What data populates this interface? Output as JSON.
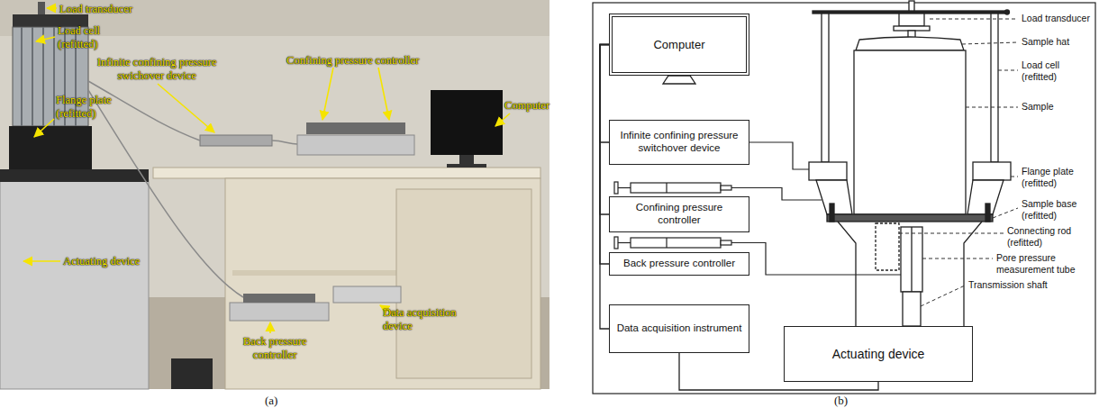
{
  "diagram": {
    "nodes": [
      {
        "text": [
          "Computer"
        ]
      },
      {
        "text": [
          "Infinite confining pressure switchover device"
        ]
      },
      {
        "text": [
          "Confining pressure controller"
        ]
      },
      {
        "text": [
          "Back pressure controller"
        ]
      },
      {
        "text": [
          "Data acquisition instrument"
        ]
      },
      {
        "text": [
          "Actuating device"
        ]
      }
    ],
    "edges": [
      {
        "from": 0,
        "to": 1,
        "arrow": "none"
      },
      {
        "from": 0,
        "to": 2,
        "arrow": "none"
      },
      {
        "from": 0,
        "to": 3,
        "arrow": "none"
      },
      {
        "from": 0,
        "to": 4,
        "arrow": "none"
      },
      {
        "from": 4,
        "to": 5,
        "arrow": "none"
      }
    ],
    "labels": [
      "Load transducer",
      "Load cell (refitted)",
      "Infinite confining pressure swichover device",
      "Confining pressure controller",
      "Computer",
      "Flange plate (refitted)",
      "Actuating device",
      "Back pressure controller",
      "Data acquisition device",
      "(a)",
      "Load transducer",
      "Sample hat",
      "Load cell (refitted)",
      "Sample",
      "Flange plate (refitted)",
      "Sample base (refitted)",
      "Connecting rod (refitted)",
      "Pore pressure measurement tube",
      "Transmission shaft",
      "(b)"
    ]
  }
}
